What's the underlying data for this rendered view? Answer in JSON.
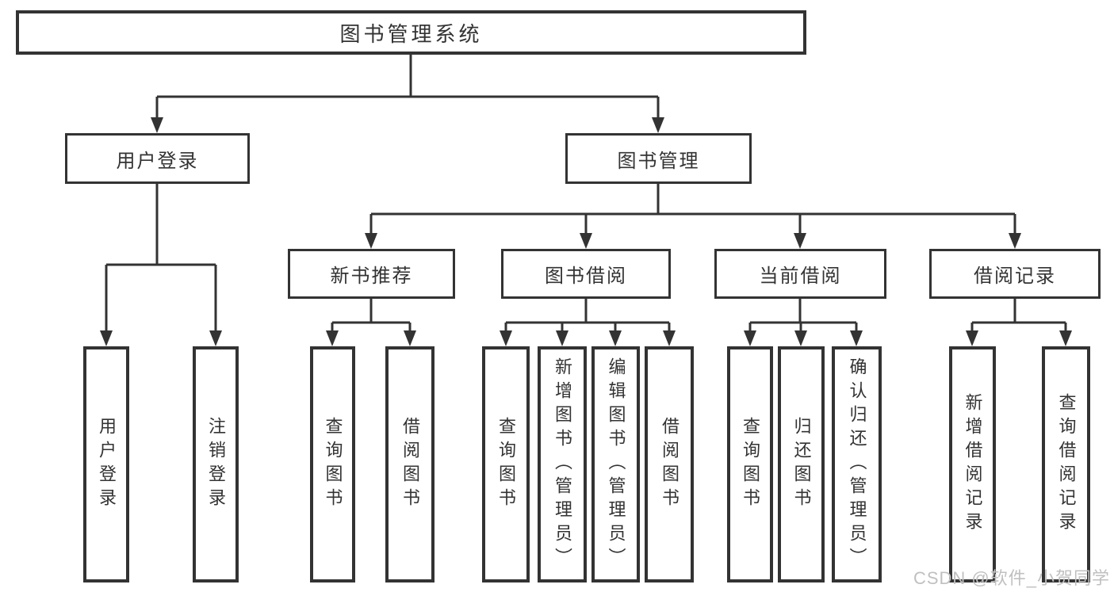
{
  "watermark": "CSDN @软件_小贺同学",
  "colors": {
    "line": "#333333",
    "text": "#333333",
    "background": "#ffffff",
    "watermark": "#c0c0c0"
  },
  "tree": {
    "root": {
      "label": "图书管理系统"
    },
    "branches": [
      {
        "label": "用户登录",
        "children": [
          {
            "label": "用户登录"
          },
          {
            "label": "注销登录"
          }
        ]
      },
      {
        "label": "图书管理",
        "children": [
          {
            "label": "新书推荐",
            "children": [
              {
                "label": "查询图书"
              },
              {
                "label": "借阅图书"
              }
            ]
          },
          {
            "label": "图书借阅",
            "children": [
              {
                "label": "查询图书"
              },
              {
                "label": "新增图书（管理员）"
              },
              {
                "label": "编辑图书（管理员）"
              },
              {
                "label": "借阅图书"
              }
            ]
          },
          {
            "label": "当前借阅",
            "children": [
              {
                "label": "查询图书"
              },
              {
                "label": "归还图书"
              },
              {
                "label": "确认归还（管理员）"
              }
            ]
          },
          {
            "label": "借阅记录",
            "children": [
              {
                "label": "新增借阅记录"
              },
              {
                "label": "查询借阅记录"
              }
            ]
          }
        ]
      }
    ]
  }
}
